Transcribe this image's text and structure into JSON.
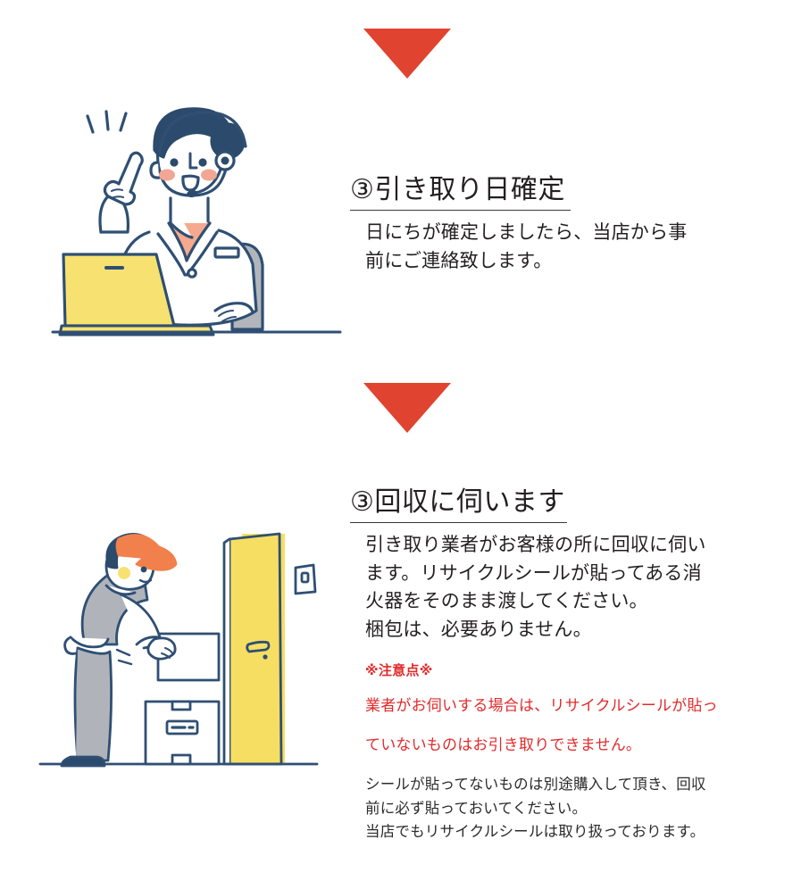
{
  "page": {
    "background_color": "#ffffff",
    "arrow_color": "#e0432f",
    "text_color": "#231f20",
    "notice_color": "#e02b2b"
  },
  "arrows": [
    {
      "name": "arrow-down-1",
      "direction": "down"
    },
    {
      "name": "arrow-down-2",
      "direction": "down"
    }
  ],
  "sections": [
    {
      "id": "step-3-pickup-date",
      "heading": "③引き取り日確定",
      "illustration": "operator-with-headset-at-laptop-illustration",
      "body": [
        "日にちが確定しましたら、当店から事",
        "前にご連絡致します。"
      ]
    },
    {
      "id": "step-3-collection-visit",
      "heading": "③回収に伺います",
      "illustration": "delivery-worker-with-boxes-at-door-illustration",
      "body": [
        "引き取り業者がお客様の所に回収に伺い",
        "ます。リサイクルシールが貼ってある消",
        "火器をそのまま渡してください。",
        "梱包は、必要ありません。"
      ],
      "notice": {
        "title": "※注意点※",
        "body": [
          "業者がお伺いする場合は、リサイクルシールが貼っ",
          "ていないものはお引き取りできません。"
        ]
      },
      "footnote": [
        "シールが貼ってないものは別途購入して頂き、回収",
        "前に必ず貼っておいてください。",
        "当店でもリサイクルシールは取り扱っております。"
      ]
    }
  ],
  "illustration_colors": {
    "outline_navy": "#2f4f73",
    "laptop_yellow": "#f7e271",
    "door_yellow": "#f6de63",
    "cap_orange": "#f2804c",
    "uniform_gray": "#b0b4ba",
    "chair_gray": "#b2b6bb",
    "blush_pink": "#f2a694",
    "collar_peach": "#f6a98f",
    "hair_navy": "#2c4a6b"
  }
}
